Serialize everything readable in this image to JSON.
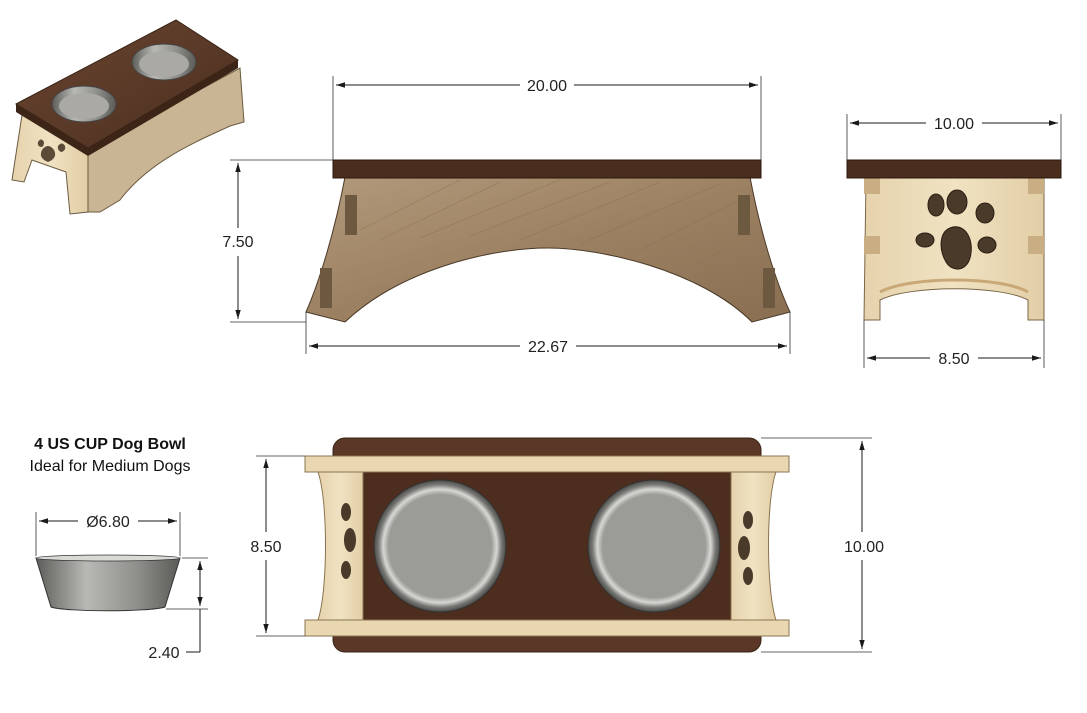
{
  "caption": {
    "title": "4 US CUP Dog Bowl",
    "subtitle": "Ideal for Medium Dogs"
  },
  "dimensions": {
    "front_top_width": "20.00",
    "front_height": "7.50",
    "front_base_width": "22.67",
    "side_top_width": "10.00",
    "side_base_width": "8.50",
    "bowl_diameter": "Ø6.80",
    "bowl_height": "2.40",
    "plan_inner_depth": "8.50",
    "plan_outer_depth": "10.00"
  },
  "colors": {
    "walnut_top": "#5a3a28",
    "walnut_dark": "#3f2618",
    "light_wood": "#e8d6b0",
    "front_panel_wood": "#a08466",
    "steel": "#8d8d8a",
    "steel_light": "#b5b5b2"
  }
}
